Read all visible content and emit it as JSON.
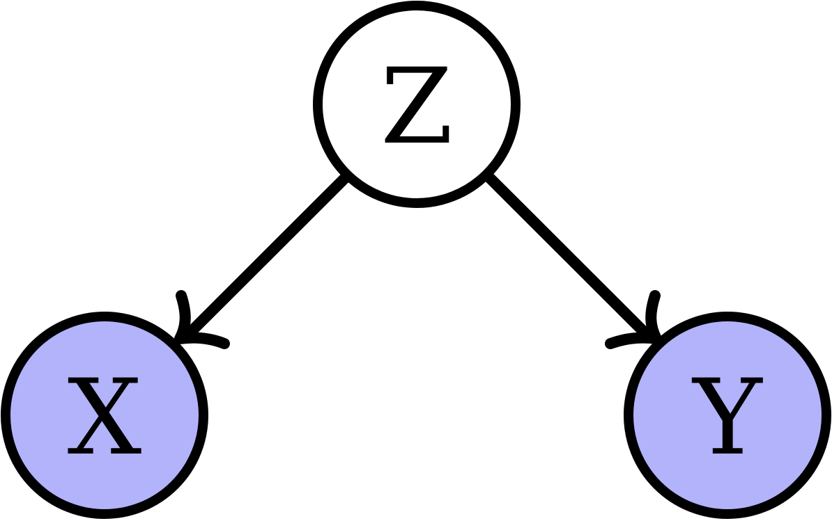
{
  "diagram": {
    "nodes": {
      "z": {
        "label": "Z",
        "fill": "#ffffff",
        "observed": false
      },
      "x": {
        "label": "X",
        "fill": "#b3b3fb",
        "observed": true
      },
      "y": {
        "label": "Y",
        "fill": "#b3b3fb",
        "observed": true
      }
    },
    "edges": [
      {
        "from": "Z",
        "to": "X"
      },
      {
        "from": "Z",
        "to": "Y"
      }
    ],
    "colors": {
      "stroke": "#000000",
      "observed_fill": "#b3b3fb",
      "latent_fill": "#ffffff"
    }
  }
}
